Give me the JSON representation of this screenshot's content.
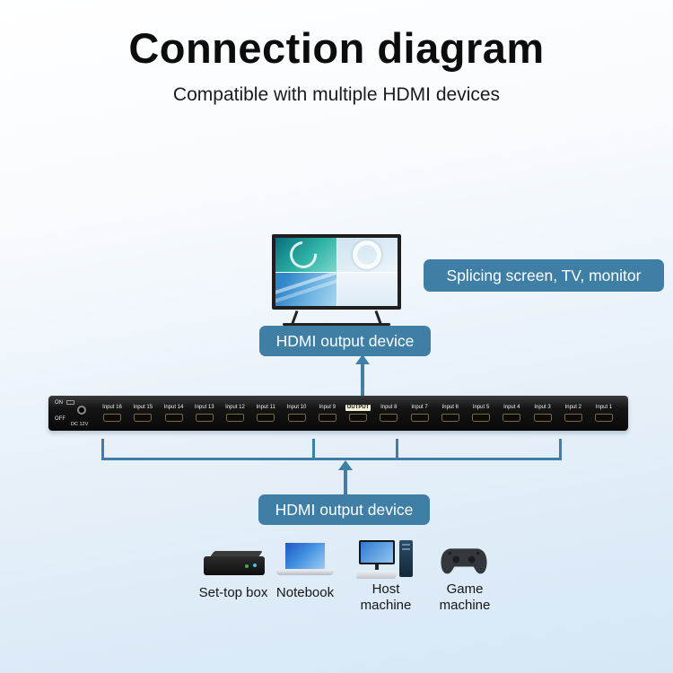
{
  "title": "Connection diagram",
  "subtitle": "Compatible with multiple HDMI devices",
  "colors": {
    "accent": "#3f7fa5",
    "device_body": "#111111",
    "background_bottom": "#d5e7f5"
  },
  "labels": {
    "splicing": "Splicing screen, TV, monitor",
    "hdmi_output_top": "HDMI output device",
    "hdmi_output_bottom": "HDMI output device"
  },
  "switcher": {
    "power": {
      "on": "ON",
      "off": "OFF",
      "dc": "DC 12V"
    },
    "ports": [
      {
        "label": "Input 16",
        "type": "input"
      },
      {
        "label": "Input 15",
        "type": "input"
      },
      {
        "label": "Input 14",
        "type": "input"
      },
      {
        "label": "Input 13",
        "type": "input"
      },
      {
        "label": "Input 12",
        "type": "input"
      },
      {
        "label": "Input 11",
        "type": "input"
      },
      {
        "label": "Input 10",
        "type": "input"
      },
      {
        "label": "Input 9",
        "type": "input"
      },
      {
        "label": "OUTPUT",
        "type": "output"
      },
      {
        "label": "Input 8",
        "type": "input"
      },
      {
        "label": "Input 7",
        "type": "input"
      },
      {
        "label": "Input 6",
        "type": "input"
      },
      {
        "label": "Input 5",
        "type": "input"
      },
      {
        "label": "Input 4",
        "type": "input"
      },
      {
        "label": "Input 3",
        "type": "input"
      },
      {
        "label": "Input 2",
        "type": "input"
      },
      {
        "label": "Input 1",
        "type": "input"
      }
    ]
  },
  "sources": [
    {
      "label": "Set-top box",
      "icon": "set-top-box-icon"
    },
    {
      "label": "Notebook",
      "icon": "notebook-icon"
    },
    {
      "label": "Host machine",
      "icon": "host-machine-icon"
    },
    {
      "label": "Game machine",
      "icon": "game-machine-icon"
    }
  ]
}
